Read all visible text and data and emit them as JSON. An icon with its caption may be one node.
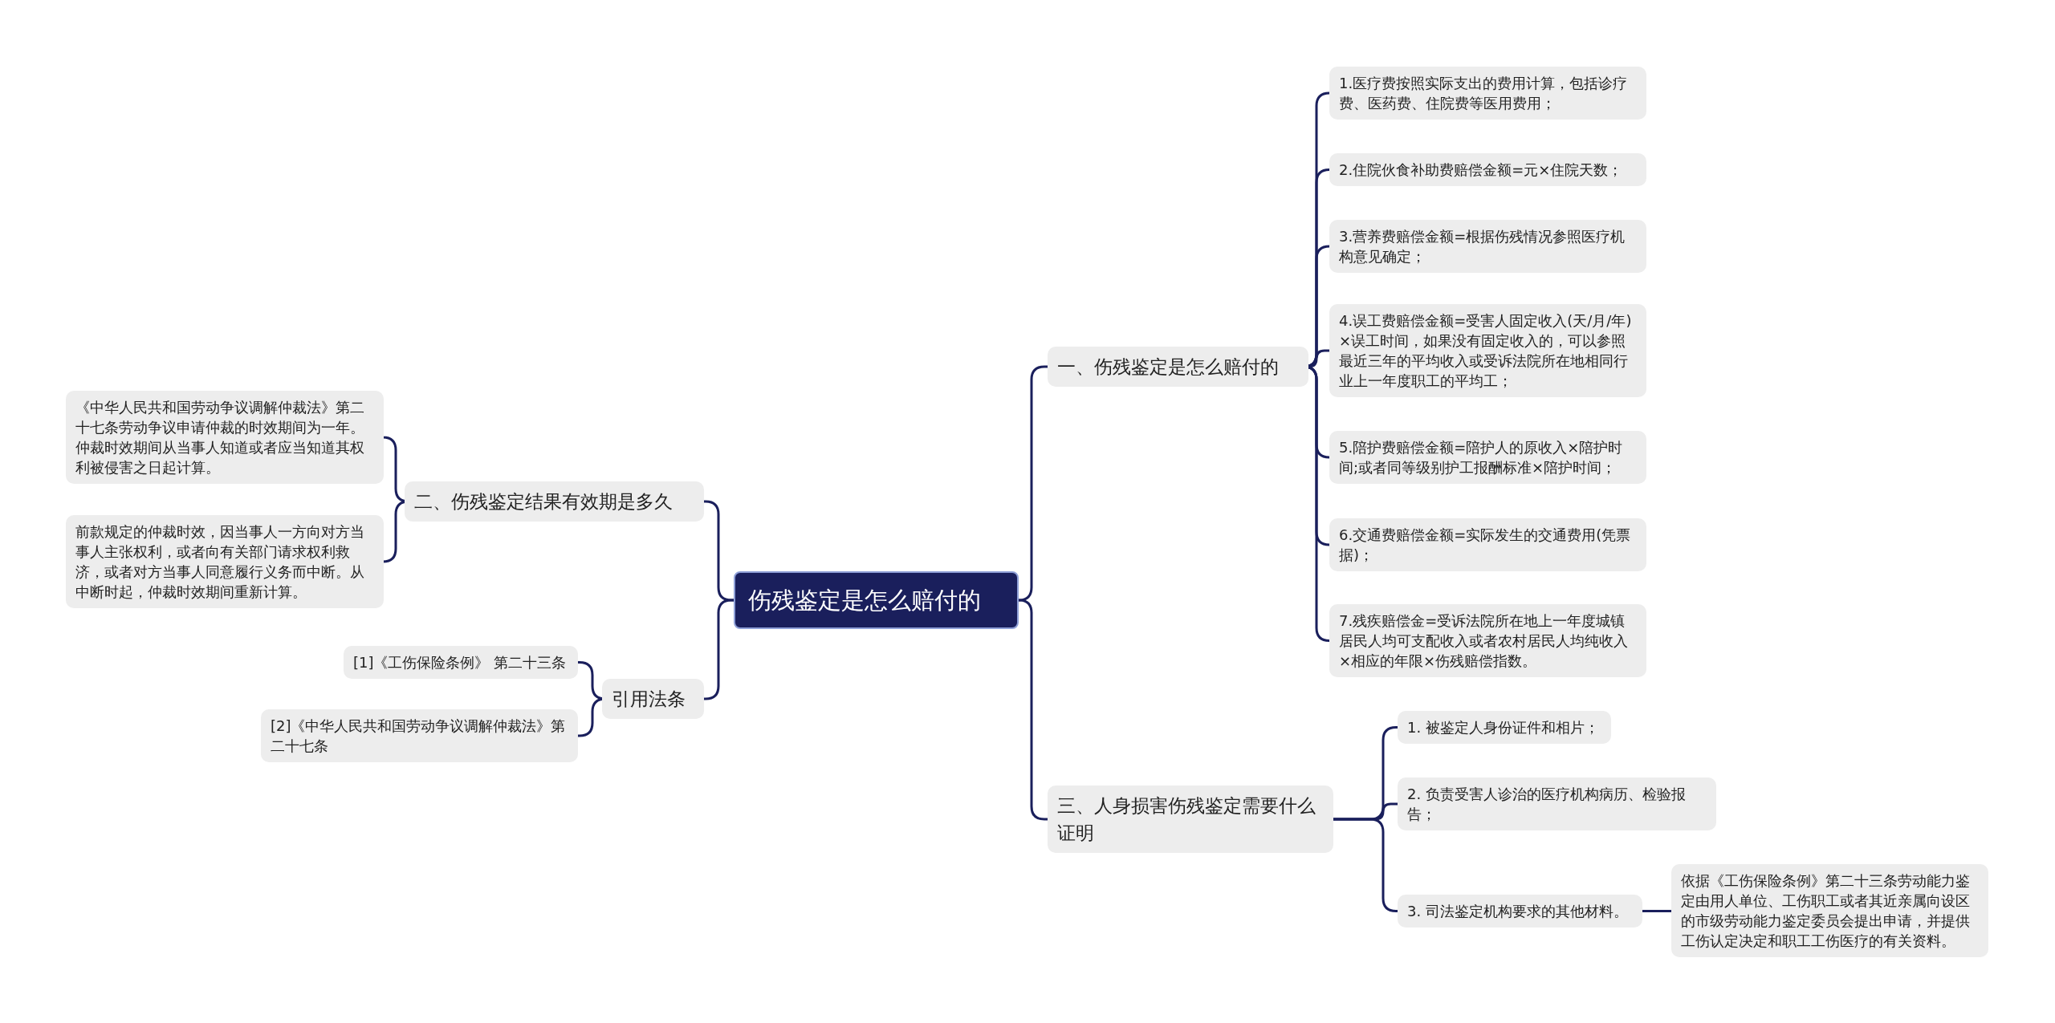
{
  "diagram": {
    "nodes": [
      {
        "text": [
          "伤残鉴定是怎么赔付的"
        ]
      },
      {
        "text": [
          "二、伤残鉴定结果有效期是多久"
        ]
      },
      {
        "text": [
          "《中华人民共和国劳动争议调解仲裁法》第二十七条劳动争议申请仲裁的时效期间为一年。仲裁时效期间从当事人知道或者应当知道其权利被侵害之日起计算。"
        ]
      },
      {
        "text": [
          "前款规定的仲裁时效，因当事人一方向对方当事人主张权利，或者向有关部门请求权利救济，或者对方当事人同意履行义务而中断。从中断时起，仲裁时效期间重新计算。"
        ]
      },
      {
        "text": [
          "引用法条"
        ]
      },
      {
        "text": [
          "[1]《工伤保险条例》 第二十三条"
        ]
      },
      {
        "text": [
          "[2]《中华人民共和国劳动争议调解仲裁法》第二十七条"
        ]
      },
      {
        "text": [
          "一、伤残鉴定是怎么赔付的"
        ]
      },
      {
        "text": [
          "1.医疗费按照实际支出的费用计算，包括诊疗费、医药费、住院费等医用费用；"
        ]
      },
      {
        "text": [
          "2.住院伙食补助费赔偿金额=元×住院天数；"
        ]
      },
      {
        "text": [
          "3.营养费赔偿金额=根据伤残情况参照医疗机构意见确定；"
        ]
      },
      {
        "text": [
          "4.误工费赔偿金额=受害人固定收入(天/月/年)×误工时间，如果没有固定收入的，可以参照最近三年的平均收入或受诉法院所在地相同行业上一年度职工的平均工；"
        ]
      },
      {
        "text": [
          "5.陪护费赔偿金额=陪护人的原收入×陪护时间;或者同等级别护工报酬标准×陪护时间；"
        ]
      },
      {
        "text": [
          "6.交通费赔偿金额=实际发生的交通费用(凭票据)；"
        ]
      },
      {
        "text": [
          "7.残疾赔偿金=受诉法院所在地上一年度城镇居民人均可支配收入或者农村居民人均纯收入×相应的年限×伤残赔偿指数。"
        ]
      },
      {
        "text": [
          "三、人身损害伤残鉴定需要什么证明"
        ]
      },
      {
        "text": [
          "1. 被鉴定人身份证件和相片；"
        ]
      },
      {
        "text": [
          "2. 负责受害人诊治的医疗机构病历、检验报告；"
        ]
      },
      {
        "text": [
          "3. 司法鉴定机构要求的其他材料。"
        ]
      },
      {
        "text": [
          "依据《工伤保险条例》第二十三条劳动能力鉴定由用人单位、工伤职工或者其近亲属向设区的市级劳动能力鉴定委员会提出申请，并提供工伤认定决定和职工工伤医疗的有关资料。"
        ]
      }
    ],
    "edges": [
      {
        "from": 0,
        "to": 1,
        "arrow": "none"
      },
      {
        "from": 1,
        "to": 2,
        "arrow": "none"
      },
      {
        "from": 1,
        "to": 3,
        "arrow": "none"
      },
      {
        "from": 0,
        "to": 4,
        "arrow": "none"
      },
      {
        "from": 4,
        "to": 5,
        "arrow": "none"
      },
      {
        "from": 4,
        "to": 6,
        "arrow": "none"
      },
      {
        "from": 0,
        "to": 7,
        "arrow": "none"
      },
      {
        "from": 7,
        "to": 8,
        "arrow": "none"
      },
      {
        "from": 7,
        "to": 9,
        "arrow": "none"
      },
      {
        "from": 7,
        "to": 10,
        "arrow": "none"
      },
      {
        "from": 7,
        "to": 11,
        "arrow": "none"
      },
      {
        "from": 7,
        "to": 12,
        "arrow": "none"
      },
      {
        "from": 7,
        "to": 13,
        "arrow": "none"
      },
      {
        "from": 7,
        "to": 14,
        "arrow": "none"
      },
      {
        "from": 0,
        "to": 15,
        "arrow": "none"
      },
      {
        "from": 15,
        "to": 16,
        "arrow": "none"
      },
      {
        "from": 15,
        "to": 17,
        "arrow": "none"
      },
      {
        "from": 15,
        "to": 18,
        "arrow": "none"
      },
      {
        "from": 18,
        "to": 19,
        "arrow": "none"
      }
    ]
  }
}
